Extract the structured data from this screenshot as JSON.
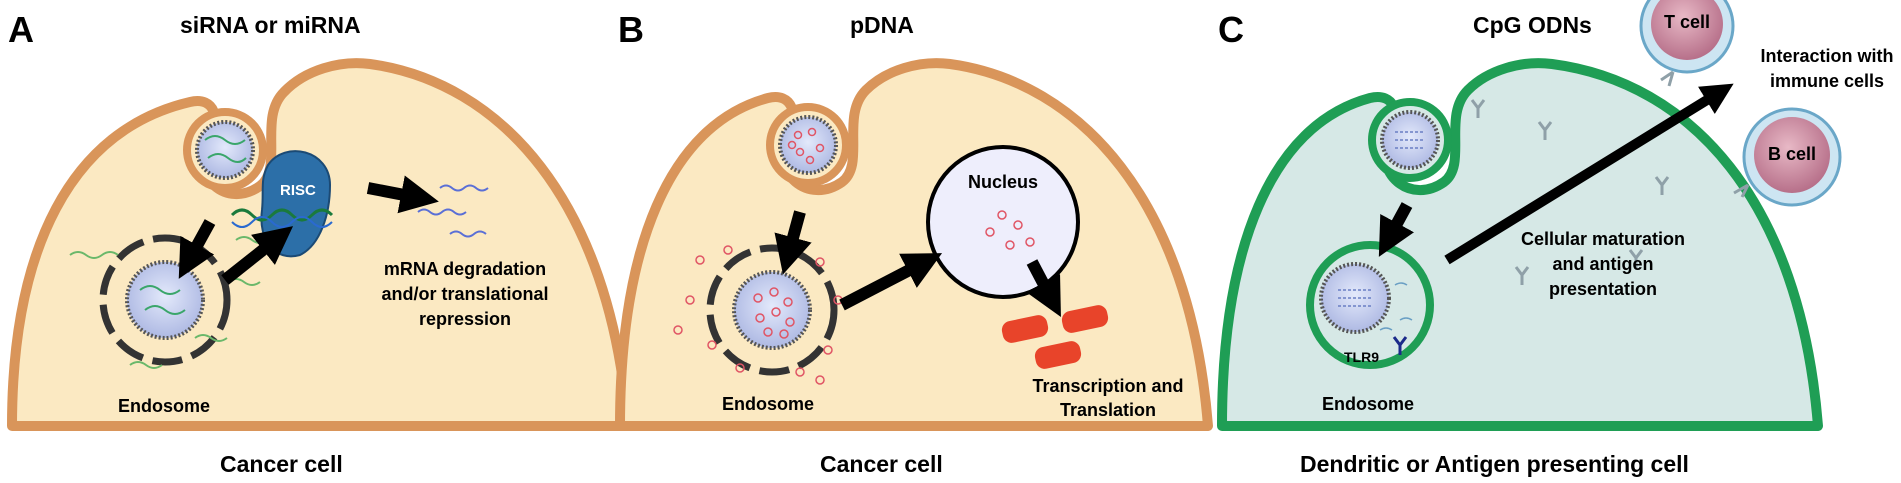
{
  "panels": [
    {
      "letter": "A",
      "title": "siRNA or miRNA",
      "endosome_label": "Endosome",
      "risc_label": "RISC",
      "effect_lines": [
        "mRNA degradation",
        "and/or translational",
        "repression"
      ],
      "cell_label": "Cancer cell"
    },
    {
      "letter": "B",
      "title": "pDNA",
      "nucleus_label": "Nucleus",
      "endosome_label": "Endosome",
      "effect_lines": [
        "Transcription and",
        "Translation"
      ],
      "cell_label": "Cancer cell"
    },
    {
      "letter": "C",
      "title": "CpG ODNs",
      "tlr9_label": "TLR9",
      "endosome_label": "Endosome",
      "t_cell_label": "T cell",
      "b_cell_label": "B cell",
      "interaction_lines": [
        "Interaction with",
        "immune cells"
      ],
      "maturation_lines": [
        "Cellular maturation",
        "and antigen",
        "presentation"
      ],
      "cell_label": "Dendritic or Antigen presenting cell"
    }
  ],
  "colors": {
    "cancer_cytoplasm": "#fbe9c2",
    "cancer_membrane": "#d9955a",
    "dc_cytoplasm": "#d6e8e6",
    "dc_membrane": "#1f9e55",
    "vesicle": "#c9d4f2",
    "risc": "#2c6fa8",
    "protein": "#e8442a",
    "lymphocyte": "#c98aa0",
    "arrow": "#000000"
  }
}
